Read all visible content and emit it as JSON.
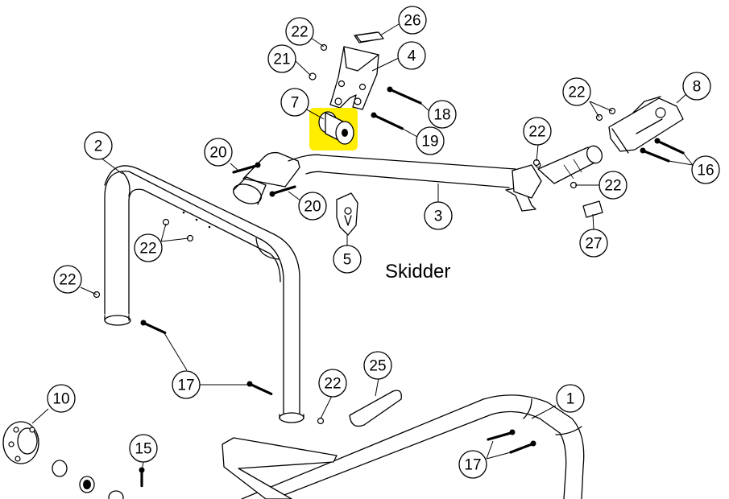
{
  "diagram": {
    "title": "Skidder",
    "highlight_color": "#ffee00",
    "highlighted_part": "7",
    "callouts": [
      {
        "id": "22a",
        "label": "22"
      },
      {
        "id": "26",
        "label": "26"
      },
      {
        "id": "21",
        "label": "21"
      },
      {
        "id": "4",
        "label": "4"
      },
      {
        "id": "7",
        "label": "7"
      },
      {
        "id": "18",
        "label": "18"
      },
      {
        "id": "19",
        "label": "19"
      },
      {
        "id": "22b",
        "label": "22"
      },
      {
        "id": "8",
        "label": "8"
      },
      {
        "id": "22c",
        "label": "22"
      },
      {
        "id": "2",
        "label": "2"
      },
      {
        "id": "20a",
        "label": "20"
      },
      {
        "id": "16",
        "label": "16"
      },
      {
        "id": "22d",
        "label": "22"
      },
      {
        "id": "20b",
        "label": "20"
      },
      {
        "id": "3",
        "label": "3"
      },
      {
        "id": "22e",
        "label": "22"
      },
      {
        "id": "27",
        "label": "27"
      },
      {
        "id": "5",
        "label": "5"
      },
      {
        "id": "22f",
        "label": "22"
      },
      {
        "id": "25",
        "label": "25"
      },
      {
        "id": "17a",
        "label": "17"
      },
      {
        "id": "22g",
        "label": "22"
      },
      {
        "id": "10",
        "label": "10"
      },
      {
        "id": "1",
        "label": "1"
      },
      {
        "id": "15",
        "label": "15"
      },
      {
        "id": "17b",
        "label": "17"
      }
    ]
  }
}
